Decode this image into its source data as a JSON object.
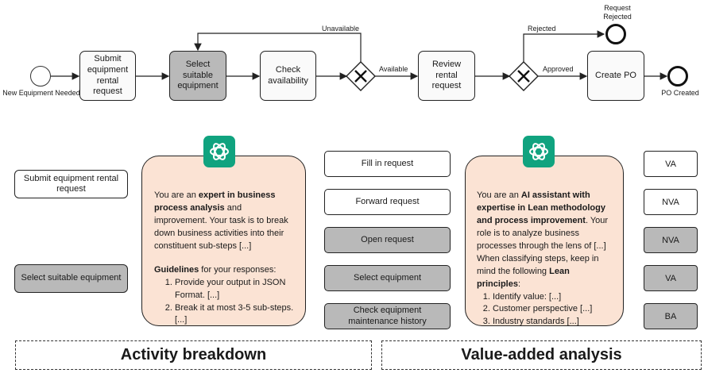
{
  "process": {
    "start_event": "New Equipment Needed",
    "tasks": {
      "submit": "Submit equipment rental request",
      "select": "Select suitable equipment",
      "check": "Check availability",
      "review": "Review rental request",
      "create_po": "Create PO"
    },
    "flows": {
      "unavailable": "Unavailable",
      "available": "Available",
      "rejected": "Rejected",
      "approved": "Approved"
    },
    "end_events": {
      "rejected": "Request Rejected",
      "po_created": "PO Created"
    }
  },
  "activity_breakdown": {
    "inputs": [
      "Submit equipment rental request",
      "Select suitable equipment"
    ],
    "prompt": {
      "p1_a": "You are an ",
      "p1_bold": "expert in business process analysis",
      "p1_b": " and improvement. Your task is to break down business activities into their constituent sub-steps [...]",
      "p2_bold": "Guidelines",
      "p2_b": " for your responses:",
      "items": [
        "Provide your output in JSON Format. [...]",
        "Break it at most 3-5 sub-steps. [...]"
      ]
    },
    "title": "Activity breakdown"
  },
  "substeps": [
    {
      "label": "Fill in request",
      "shade": "white"
    },
    {
      "label": "Forward request",
      "shade": "white"
    },
    {
      "label": "Open request",
      "shade": "gray"
    },
    {
      "label": "Select equipment",
      "shade": "gray"
    },
    {
      "label": "Check equipment maintenance history",
      "shade": "gray"
    }
  ],
  "value_analysis": {
    "prompt": {
      "p1_a": "You are an ",
      "p1_bold": "AI assistant with expertise in Lean methodology and process improvement",
      "p1_b": ". Your role is to analyze business processes through the lens of [...]",
      "p2_a": "When classifying steps, keep in mind the following ",
      "p2_bold": "Lean principles",
      "p2_b": ":",
      "items": [
        "Identify value: [...]",
        "Customer perspective [...]",
        "Industry standards [...]"
      ]
    },
    "title": "Value-added analysis",
    "tags": [
      {
        "label": "VA",
        "shade": "white"
      },
      {
        "label": "NVA",
        "shade": "white"
      },
      {
        "label": "NVA",
        "shade": "gray"
      },
      {
        "label": "VA",
        "shade": "gray"
      },
      {
        "label": "BA",
        "shade": "gray"
      }
    ]
  },
  "icons": {
    "assistant": "chatgpt-logo-icon",
    "gateway": "exclusive-gateway-x-icon"
  },
  "colors": {
    "bubble_fill": "#fbe3d4",
    "gray_fill": "#b9b9b9",
    "logo_green": "#10a37f"
  }
}
